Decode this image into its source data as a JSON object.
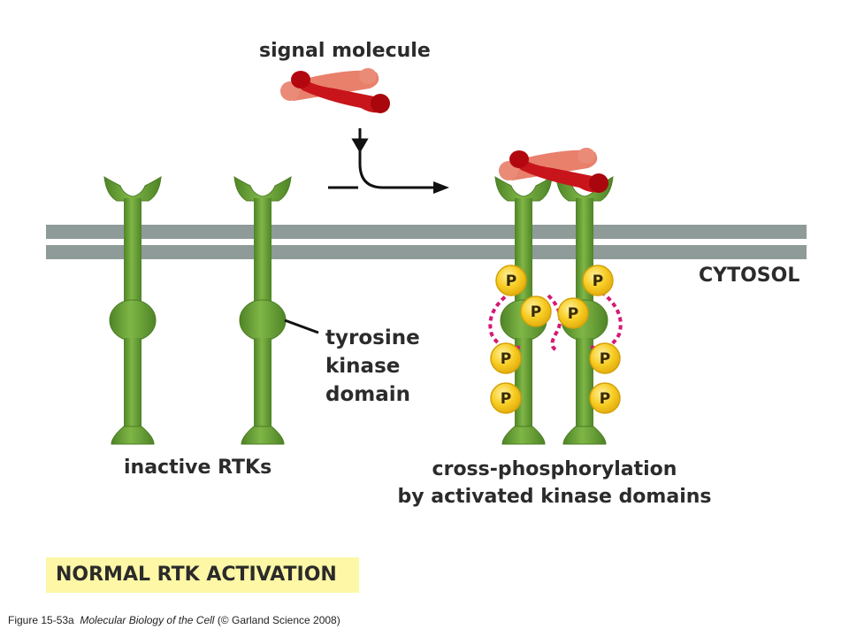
{
  "labels": {
    "signal_molecule": "signal molecule",
    "cytosol": "CYTOSOL",
    "tyrosine_kinase_domain": [
      "tyrosine",
      "kinase",
      "domain"
    ],
    "inactive_rtks": "inactive RTKs",
    "cross_phosphorylation": [
      "cross-phosphorylation",
      "by activated kinase domains"
    ]
  },
  "title": "NORMAL RTK ACTIVATION",
  "caption": {
    "prefix": "Figure 15-53a",
    "book": "Molecular Biology of the Cell",
    "suffix": "(© Garland Science 2008)"
  },
  "phosphate_label": "P",
  "colors": {
    "receptor_green": "#6fa63a",
    "receptor_dark": "#4b7d24",
    "membrane_gray": "#8e9b98",
    "signal_red": "#c8151b",
    "signal_salmon": "#e8806c",
    "phosphate_yellow": "#f6c81d",
    "phosphorylation_magenta": "#d31973",
    "title_highlight": "#fdf7a6"
  }
}
